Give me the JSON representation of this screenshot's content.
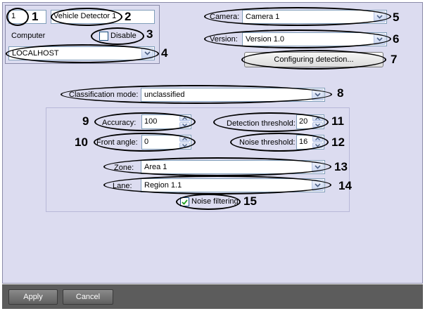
{
  "general": {
    "id_value": "1",
    "name_value": "Vehicle Detector 1",
    "computer_label": "Computer",
    "disable_label": "Disable",
    "disable_checked": false,
    "computer_value": "LOCALHOST"
  },
  "camera": {
    "label": "Camera:",
    "value": "Camera 1"
  },
  "version": {
    "label": "Version:",
    "value": "Version 1.0"
  },
  "configure_button": "Configuring detection...",
  "classification": {
    "label": "Classification mode:",
    "value": "unclassified"
  },
  "accuracy": {
    "label": "Accuracy:",
    "value": "100"
  },
  "front_angle": {
    "label": "Front angle:",
    "value": "0"
  },
  "detection_threshold": {
    "label": "Detection threshold:",
    "value": "20"
  },
  "noise_threshold": {
    "label": "Noise threshold:",
    "value": "16"
  },
  "zone": {
    "label": "Zone:",
    "value": "Area 1"
  },
  "lane": {
    "label": "Lane:",
    "value": "Region 1.1"
  },
  "noise_filtering": {
    "label": "Noise filtering",
    "checked": true
  },
  "callouts": [
    "1",
    "2",
    "3",
    "4",
    "5",
    "6",
    "7",
    "8",
    "9",
    "10",
    "11",
    "12",
    "13",
    "14",
    "15"
  ],
  "footer": {
    "apply": "Apply",
    "cancel": "Cancel"
  },
  "icons": {
    "combo_arrow": "chevron-down-icon",
    "spin_up": "arrow-up-icon",
    "spin_down": "arrow-down-icon",
    "check": "checkmark-icon"
  },
  "colors": {
    "panel_bg": "#dcdcf0",
    "field_border": "#7f9db9",
    "footer_bg": "#5c5c5c"
  }
}
